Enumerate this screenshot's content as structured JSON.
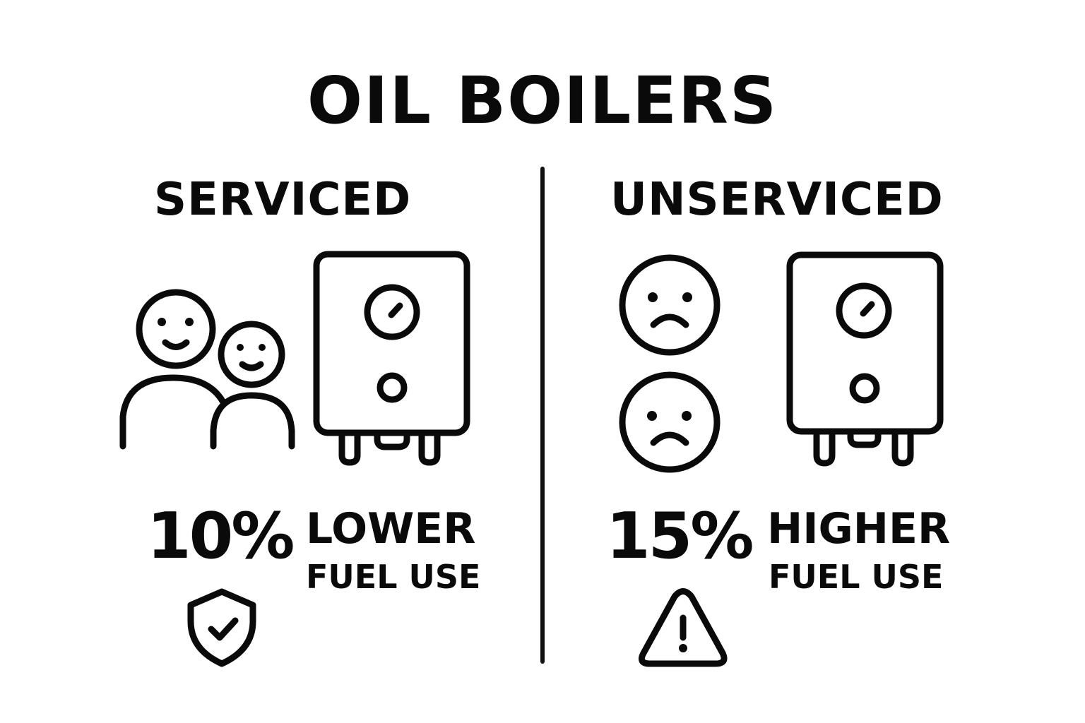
{
  "title": "OIL BOILERS",
  "left": {
    "heading": "SERVICED",
    "stat": {
      "percent": "10%",
      "direction": "LOWER",
      "label": "FUEL USE"
    },
    "icons": [
      "happy-people-icon",
      "boiler-icon",
      "shield-check-icon"
    ]
  },
  "right": {
    "heading": "UNSERVICED",
    "stat": {
      "percent": "15%",
      "direction": "HIGHER",
      "label": "FUEL USE"
    },
    "icons": [
      "sad-face-icon",
      "sad-face-icon",
      "boiler-icon",
      "warning-triangle-icon"
    ]
  },
  "colors": {
    "foreground": "#0a0a0a",
    "background": "#ffffff"
  }
}
